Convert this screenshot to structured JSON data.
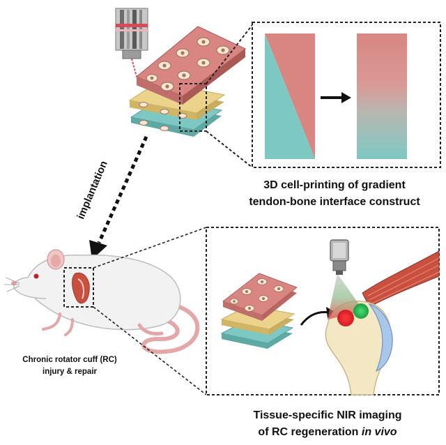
{
  "captions": {
    "top_line1": "3D cell-printing of gradient",
    "top_line2": "tendon-bone interface construct",
    "bottom_line1": "Tissue-specific NIR imaging",
    "bottom_line2_prefix": "of RC regeneration ",
    "bottom_line2_italic": "in vivo",
    "mouse_line1": "Chronic rotator cuff (RC)",
    "mouse_line2": "injury & repair"
  },
  "arrow_label": "implantation",
  "colors": {
    "tendon": "#d98683",
    "interface": "#ecd38c",
    "bone": "#7ec8c3",
    "cell": "#f6e7cf",
    "nucleus": "#a8726a",
    "muscle": "#c9503f",
    "cartilage": "#a9c7ea",
    "bone_shaft": "#f3e8c3",
    "nir_red": "#e2262b",
    "nir_green": "#2fbf5a"
  }
}
